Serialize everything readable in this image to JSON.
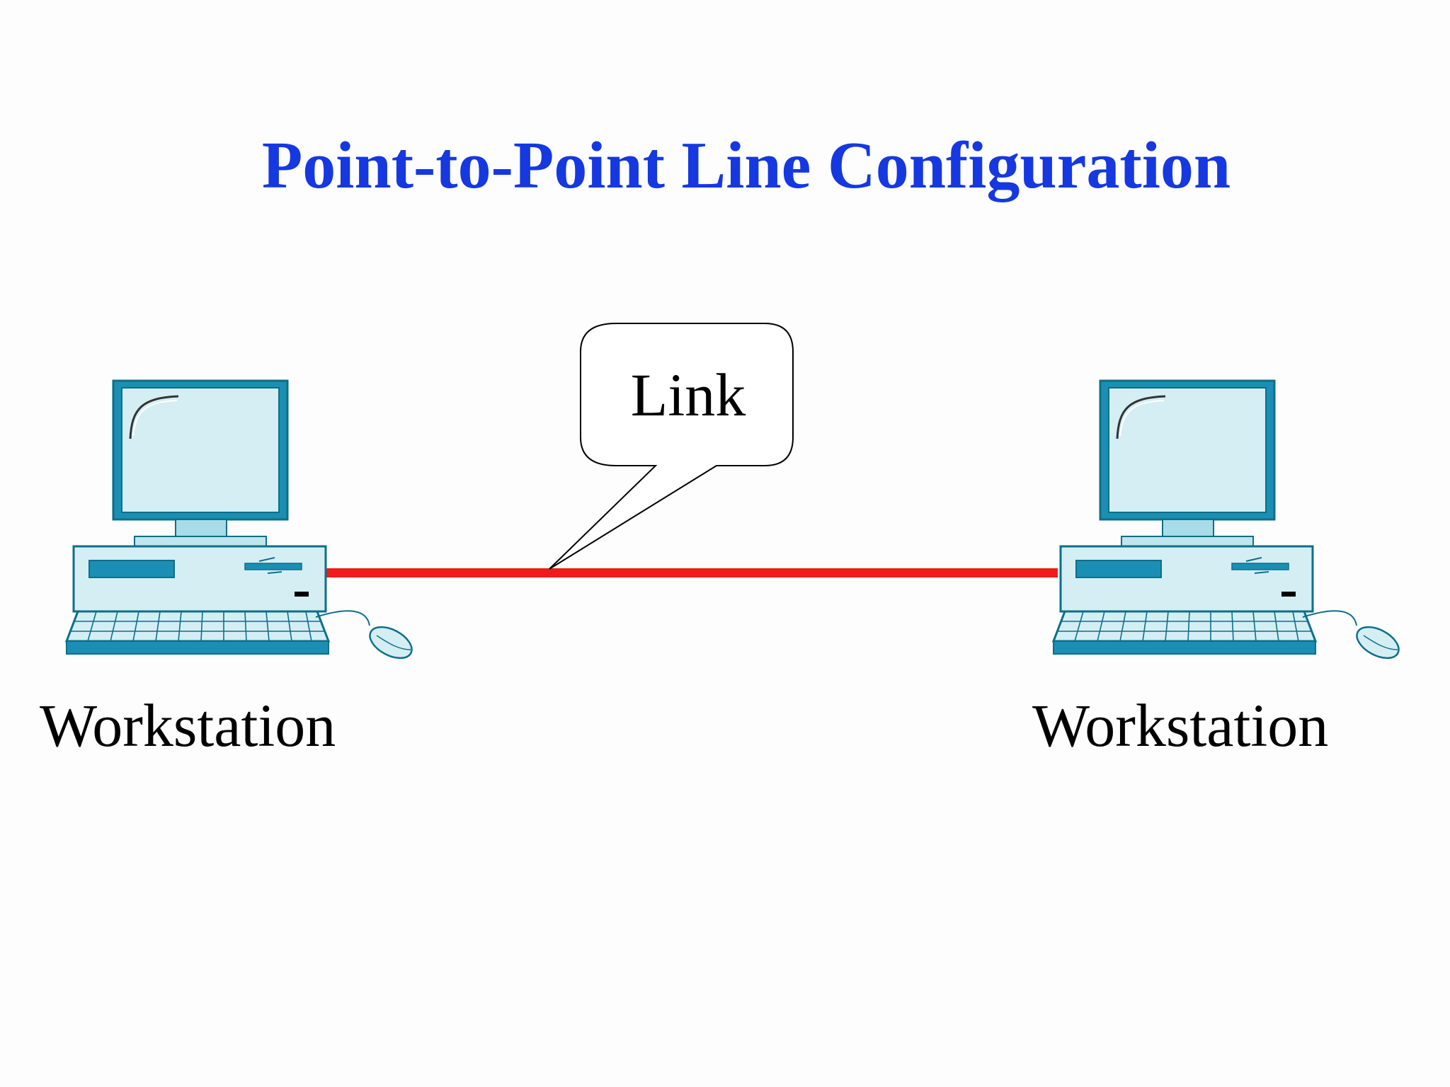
{
  "title": "Point-to-Point Line Configuration",
  "link_label": "Link",
  "nodes": [
    {
      "label": "Workstation"
    },
    {
      "label": "Workstation"
    }
  ],
  "colors": {
    "title": "#1538e0",
    "link_line": "#ee1c1c",
    "computer_body": "#d4eef4",
    "computer_outline": "#0e7f9a",
    "computer_accent": "#1a8fb3"
  },
  "icons": [
    "desktop-computer-icon",
    "mouse-icon",
    "keyboard-icon"
  ]
}
